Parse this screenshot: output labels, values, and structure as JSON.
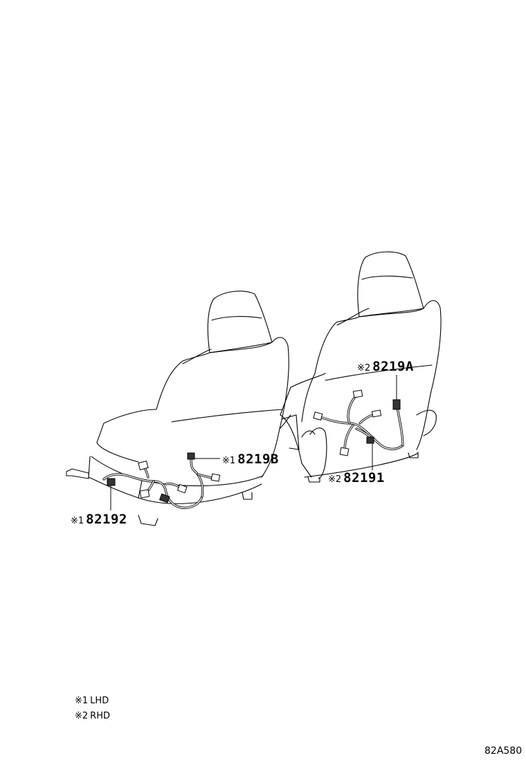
{
  "callouts": {
    "c8219a": {
      "mark": "※2",
      "part": "8219A"
    },
    "c8219b": {
      "mark": "※1",
      "part": "8219B"
    },
    "c82191": {
      "mark": "※2",
      "part": "82191"
    },
    "c82192": {
      "mark": "※1",
      "part": "82192"
    }
  },
  "legend": [
    {
      "mark": "※1",
      "text": "LHD"
    },
    {
      "mark": "※2",
      "text": "RHD"
    }
  ],
  "figure_code": "82A580"
}
